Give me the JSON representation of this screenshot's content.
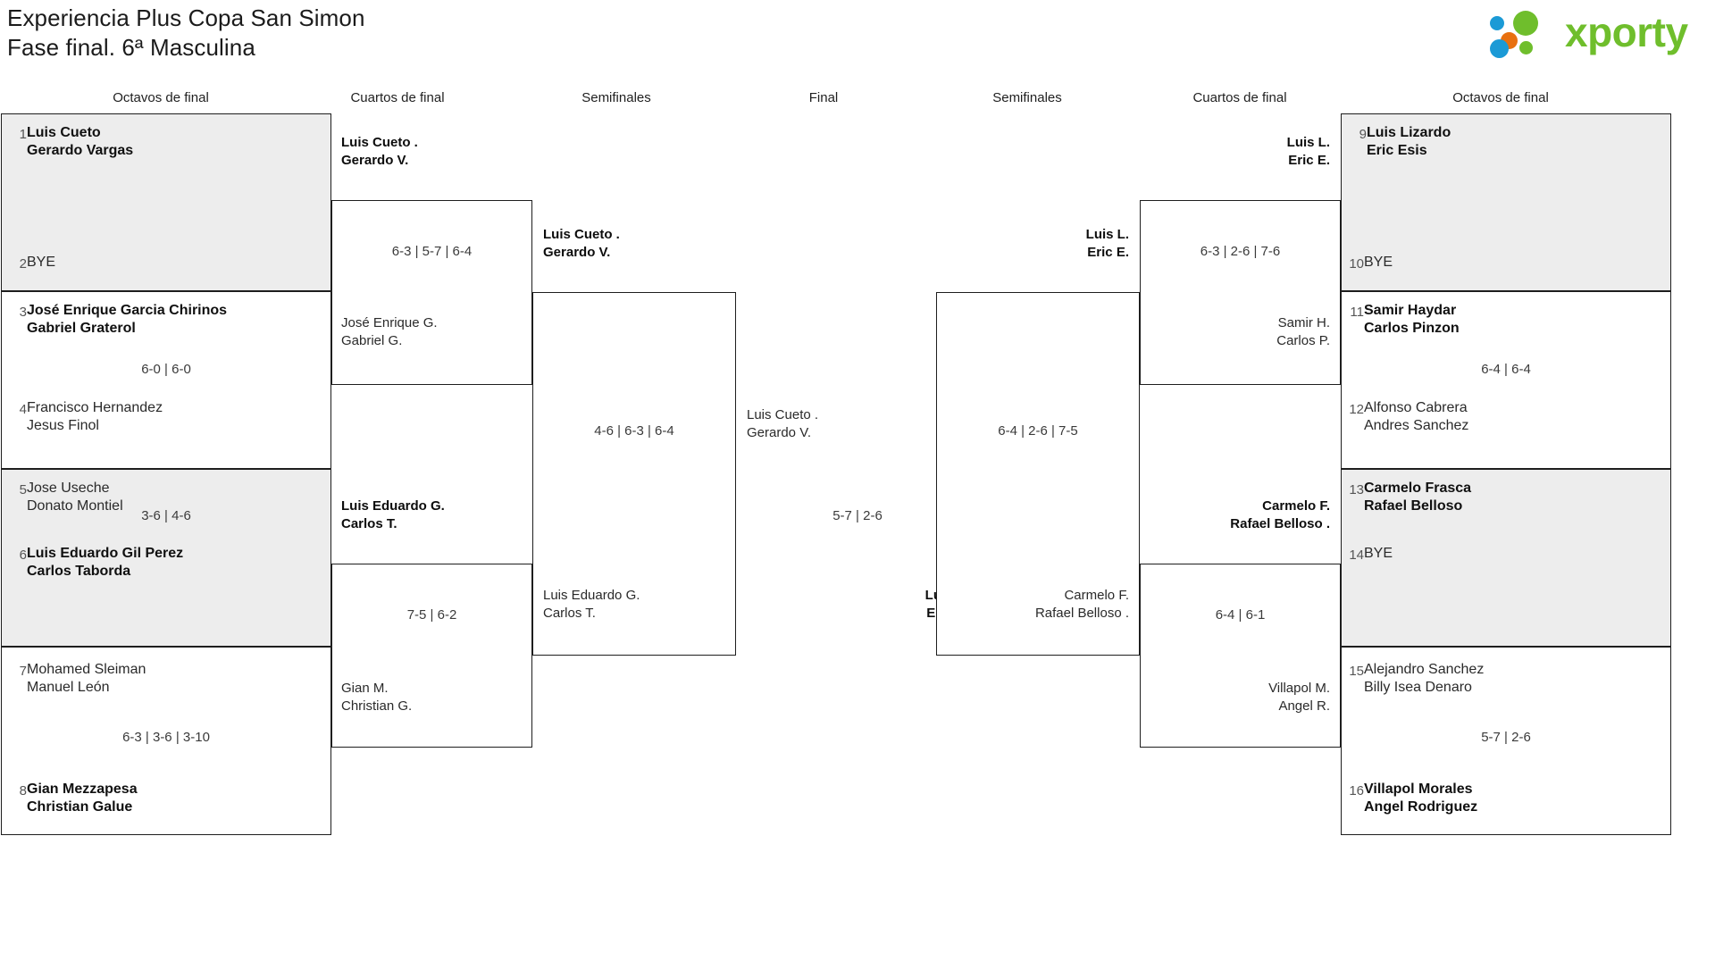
{
  "header": {
    "title_line1": "Experiencia Plus Copa San Simon",
    "title_line2": "Fase final. 6ª Masculina",
    "logo_text": "xporty",
    "logo_colors": {
      "green": "#6fbe2c",
      "orange": "#e8700f",
      "blue": "#1b9ad6"
    }
  },
  "rounds": {
    "r16_left": "Octavos de final",
    "qf_left": "Cuartos de final",
    "sf_left": "Semifinales",
    "final": "Final",
    "sf_right": "Semifinales",
    "qf_right": "Cuartos de final",
    "r16_right": "Octavos de final"
  },
  "bracket_data": {
    "type": "tournament-bracket",
    "sport": "tennis-doubles",
    "left": {
      "r16": [
        {
          "seed_top": "1",
          "top": [
            "Luis Cueto",
            "Gerardo Vargas"
          ],
          "seed_bot": "2",
          "bot": [
            "BYE"
          ],
          "score": "",
          "winner": "top",
          "shaded": true
        },
        {
          "seed_top": "3",
          "top": [
            "José Enrique Garcia Chirinos",
            "Gabriel Graterol"
          ],
          "seed_bot": "4",
          "bot": [
            "Francisco Hernandez",
            "Jesus Finol"
          ],
          "score": "6-0 | 6-0",
          "winner": "top",
          "shaded": false
        },
        {
          "seed_top": "5",
          "top": [
            "Jose Useche",
            "Donato Montiel"
          ],
          "seed_bot": "6",
          "bot": [
            "Luis Eduardo Gil Perez",
            "Carlos Taborda"
          ],
          "score": "3-6 | 4-6",
          "winner": "bot",
          "shaded": true
        },
        {
          "seed_top": "7",
          "top": [
            "Mohamed Sleiman",
            "Manuel León"
          ],
          "seed_bot": "8",
          "bot": [
            "Gian Mezzapesa",
            "Christian Galue"
          ],
          "score": "6-3 | 3-6 | 3-10",
          "winner": "bot",
          "shaded": false
        }
      ],
      "qf": [
        {
          "top": [
            "Luis Cueto .",
            "Gerardo V."
          ],
          "bot": [
            "José Enrique G.",
            "Gabriel G."
          ],
          "score": "6-3 | 5-7 | 6-4",
          "winner": "top"
        },
        {
          "top": [
            "Luis Eduardo G.",
            "Carlos T."
          ],
          "bot": [
            "Gian M.",
            "Christian G."
          ],
          "score": "7-5 | 6-2",
          "winner": "top"
        }
      ],
      "sf": [
        {
          "top": [
            "Luis Cueto .",
            "Gerardo V."
          ],
          "bot": [
            "Luis Eduardo G.",
            "Carlos T."
          ],
          "score": "4-6 | 6-3 | 6-4",
          "winner": "top"
        }
      ],
      "finalist": [
        "Luis Cueto .",
        "Gerardo V."
      ]
    },
    "final": {
      "score": "5-7 | 2-6",
      "winner_side": "right"
    },
    "right": {
      "r16": [
        {
          "seed_top": "9",
          "top": [
            "Luis Lizardo",
            "Eric Esis"
          ],
          "seed_bot": "10",
          "bot": [
            "BYE"
          ],
          "score": "",
          "winner": "top",
          "shaded": true
        },
        {
          "seed_top": "11",
          "top": [
            "Samir Haydar",
            "Carlos Pinzon"
          ],
          "seed_bot": "12",
          "bot": [
            "Alfonso Cabrera",
            "Andres Sanchez"
          ],
          "score": "6-4 | 6-4",
          "winner": "top",
          "shaded": false
        },
        {
          "seed_top": "13",
          "top": [
            "Carmelo Frasca",
            "Rafael Belloso"
          ],
          "seed_bot": "14",
          "bot": [
            "BYE"
          ],
          "score": "",
          "winner": "top",
          "shaded": true
        },
        {
          "seed_top": "15",
          "top": [
            "Alejandro Sanchez",
            "Billy Isea Denaro"
          ],
          "seed_bot": "16",
          "bot": [
            "Villapol Morales",
            "Angel Rodriguez"
          ],
          "score": "5-7 | 2-6",
          "winner": "bot",
          "shaded": false
        }
      ],
      "qf": [
        {
          "top": [
            "Luis L.",
            "Eric E."
          ],
          "bot": [
            "Samir H.",
            "Carlos P."
          ],
          "score": "6-3 | 2-6 | 7-6",
          "winner": "top"
        },
        {
          "top": [
            "Carmelo F.",
            "Rafael Belloso ."
          ],
          "bot": [
            "Villapol M.",
            "Angel R."
          ],
          "score": "6-4 | 6-1",
          "winner": "top"
        }
      ],
      "sf": [
        {
          "top": [
            "Luis L.",
            "Eric E."
          ],
          "bot": [
            "Carmelo F.",
            "Rafael Belloso ."
          ],
          "score": "6-4 | 2-6 | 7-5",
          "winner": "top"
        }
      ],
      "finalist": [
        "Luis L.",
        "Eric E."
      ]
    }
  }
}
